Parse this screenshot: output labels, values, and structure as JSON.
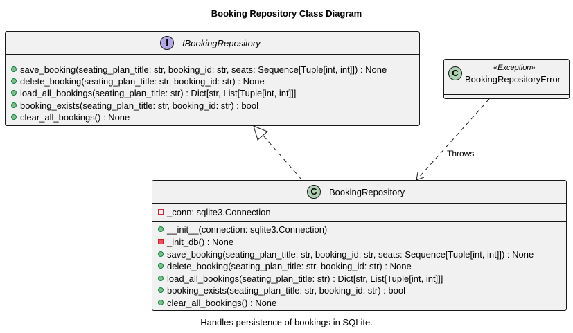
{
  "diagram": {
    "title": "Booking Repository Class Diagram",
    "footer_note": "Handles persistence of bookings in SQLite.",
    "interface": {
      "badge": "I",
      "name": "IBookingRepository",
      "methods": [
        "save_booking(seating_plan_title: str, booking_id: str, seats: Sequence[Tuple[int, int]]) : None",
        "delete_booking(seating_plan_title: str, booking_id: str) : None",
        "load_all_bookings(seating_plan_title: str) : Dict[str, List[Tuple[int, int]]]",
        "booking_exists(seating_plan_title: str, booking_id: str) : bool",
        "clear_all_bookings() : None"
      ]
    },
    "exception_class": {
      "badge": "C",
      "stereotype": "«Exception»",
      "name": "BookingRepositoryError"
    },
    "repository_class": {
      "badge": "C",
      "name": "BookingRepository",
      "fields": [
        "_conn: sqlite3.Connection"
      ],
      "methods": [
        "__init__(connection: sqlite3.Connection)",
        "_init_db() : None",
        "save_booking(seating_plan_title: str, booking_id: str, seats: Sequence[Tuple[int, int]]) : None",
        "delete_booking(seating_plan_title: str, booking_id: str) : None",
        "load_all_bookings(seating_plan_title: str) : Dict[str, List[Tuple[int, int]]]",
        "booking_exists(seating_plan_title: str, booking_id: str) : bool",
        "clear_all_bookings() : None"
      ]
    },
    "edges": {
      "throws_label": "Throws"
    }
  }
}
